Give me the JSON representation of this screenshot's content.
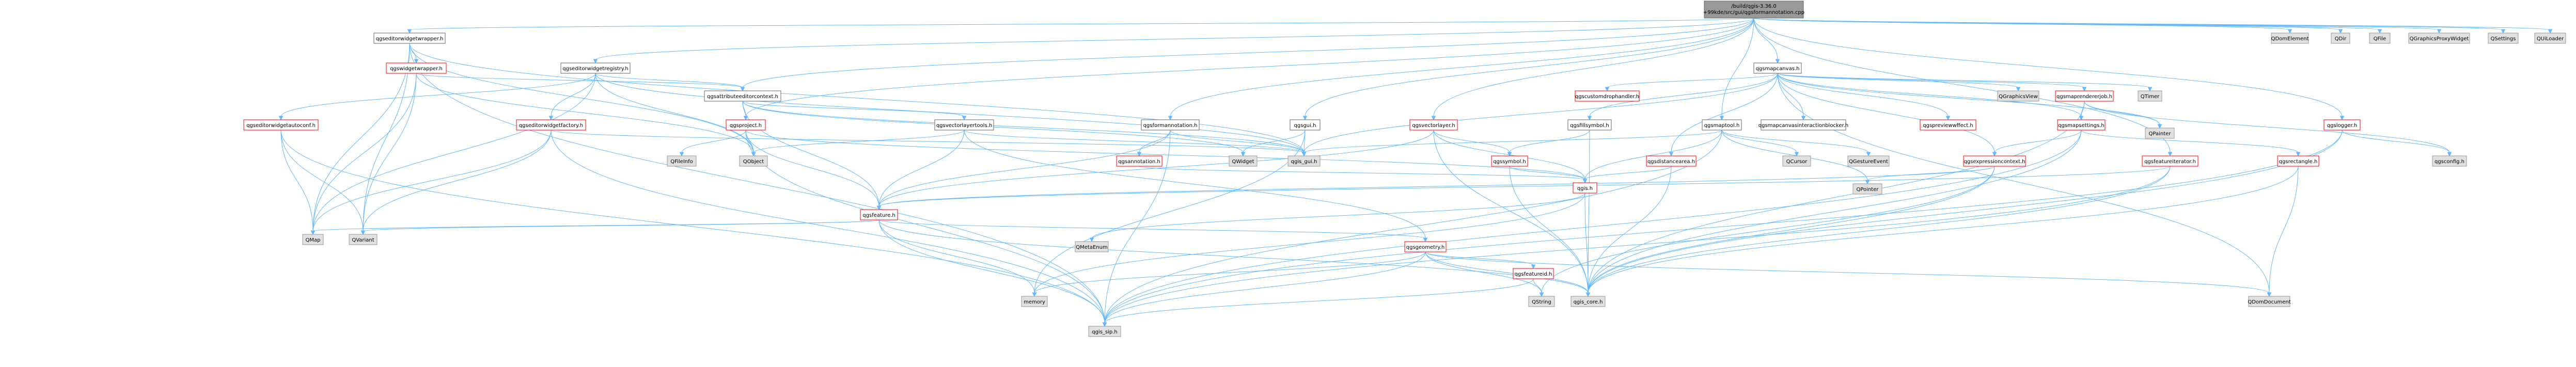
{
  "root": {
    "line1": "/build/qgis-3.36.0",
    "line2": "+99kde/src/gui/qgsformannotation.cpp"
  },
  "nodes": {
    "qgseditorwidgetwrapper_h": "qgseditorwidgetwrapper.h",
    "qgswidgetwrapper_h": "qgswidgetwrapper.h",
    "qgseditorwidgetregistry_h": "qgseditorwidgetregistry.h",
    "qgsattributeeditorcontext_h": "qgsattributeeditorcontext.h",
    "qgseditorwidgetautoconf_h": "qgseditorwidgetautoconf.h",
    "qgseditorwidgetfactory_h": "qgseditorwidgetfactory.h",
    "qgsproject_h": "qgsproject.h",
    "qgsvectorlayertools_h": "qgsvectorlayertools.h",
    "qgsformannotation_h": "qgsformannotation.h",
    "qgsgui_h": "qgsgui.h",
    "qgsvectorlayer_h": "qgsvectorlayer.h",
    "qgsfillsymbol_h": "qgsfillsymbol.h",
    "qgsmaptool_h": "qgsmaptool.h",
    "qgsmapcanvas_h": "qgsmapcanvas.h",
    "qgscustomdrophandler_h": "qgscustomdrophandler.h",
    "qgsmaprendererjob_h": "qgsmaprendererjob.h",
    "qgsmapcanvasinteractionblocker_h": "qgsmapcanvasinteractionblocker.h",
    "qgspreviewstartmapeffect_h": "qgspreviewwffect.h",
    "qgsmapsettings_h": "qgsmapsettings.h",
    "qgslogger_h": "qgslogger.h",
    "qgsannotation_h": "qgsannotation.h",
    "qgssymbol_h": "qgssymbol.h",
    "qgsdistancearea_h": "qgsdistancearea.h",
    "qgsexpressioncontext_h": "qgsexpressioncontext.h",
    "qgsfeatureiterator_h": "qgsfeatureiterator.h",
    "qgsrectangle_h": "qgsrectangle.h",
    "qgsconfig_h": "qgsconfig.h",
    "qgis_h": "qgis.h",
    "qgsfeature_h": "qgsfeature.h",
    "qgsgeometry_h": "qgsgeometry.h",
    "qgsfeatureid_h": "qgsfeatureid.h",
    "qgis_core_h": "qgis_core.h",
    "qgis_sip_h": "qgis_sip.h",
    "qgis_gui_h": "qgis_gui.h",
    "QObject": "QObject",
    "QMap": "QMap",
    "QVariant": "QVariant",
    "QFileInfo": "QFileInfo",
    "QWidget": "QWidget",
    "QCursor": "QCursor",
    "QGestureEvent": "QGestureEvent",
    "QPointer": "QPointer",
    "QPainter": "QPainter",
    "QGraphicsView": "QGraphicsView",
    "QTimer": "QTimer",
    "QMetaEnum": "QMetaEnum",
    "QString": "QString",
    "memory": "memory",
    "QDomDocument": "QDomDocument",
    "QDomElement": "QDomElement",
    "QDir": "QDir",
    "QFile": "QFile",
    "QGraphicsProxyWidget": "QGraphicsProxyWidget",
    "QSettings": "QSettings",
    "QUiLoader": "QUiLoader"
  }
}
